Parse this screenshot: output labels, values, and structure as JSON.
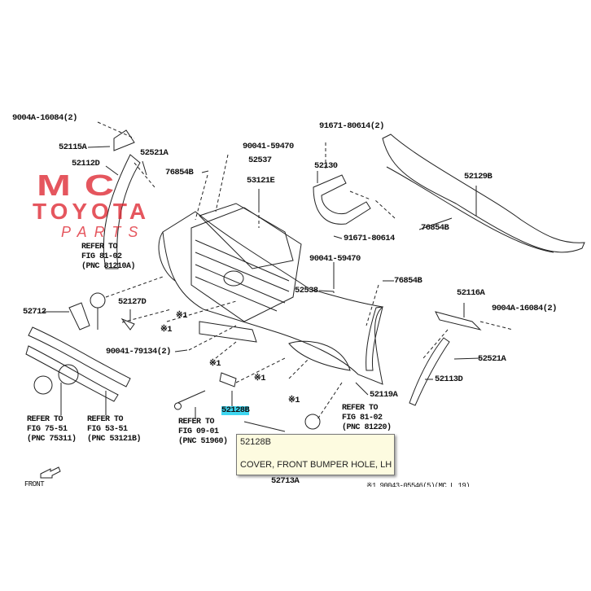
{
  "watermark": {
    "line1": "MC",
    "line2": "TOYOTA",
    "line3": "PARTS",
    "color": "#dc1e28"
  },
  "labels": {
    "bolt_9004a_left": "9004A-16084(2)",
    "p52115a": "52115A",
    "p52521a_top": "52521A",
    "p90041_59470_top": "90041-59470",
    "p52537": "52537",
    "p76854b_left": "76854B",
    "p53121e": "53121E",
    "p52112d": "52112D",
    "p91671_80614_2": "91671-80614(2)",
    "p52130": "52130",
    "p52129b": "52129B",
    "p76854b_right": "76854B",
    "p91671_80614": "91671-80614",
    "p90041_59470_mid": "90041-59470",
    "p52538": "52538",
    "p76854b_mid": "76854B",
    "p52116a": "52116A",
    "bolt_9004a_right": "9004A-16084(2)",
    "p52712": "52712",
    "p52127d": "52127D",
    "p90041_79134": "90041-79134(2)",
    "p52521a_right": "52521A",
    "p52113d": "52113D",
    "p52119a": "52119A",
    "p52128b": "52128B",
    "p52713a": "52713A",
    "mark1": "※1",
    "front": "FRONT",
    "footnote": "※1 90043-05546(5)(MC L 19)"
  },
  "refers": [
    {
      "l1": "REFER TO",
      "l2": "FIG 81-02",
      "l3": "(PNC 81210A)"
    },
    {
      "l1": "REFER TO",
      "l2": "FIG 75-51",
      "l3": "(PNC 75311)"
    },
    {
      "l1": "REFER TO",
      "l2": "FIG 53-51",
      "l3": "(PNC 53121B)"
    },
    {
      "l1": "REFER TO",
      "l2": "FIG 09-01",
      "l3": "(PNC 51960)"
    },
    {
      "l1": "REFER TO",
      "l2": "FIG 81-02",
      "l3": "(PNC 81220)"
    }
  ],
  "tooltip": {
    "part_no": "52128B",
    "description": "COVER, FRONT BUMPER HOLE, LH"
  },
  "highlight_color": "#3fd6f0"
}
